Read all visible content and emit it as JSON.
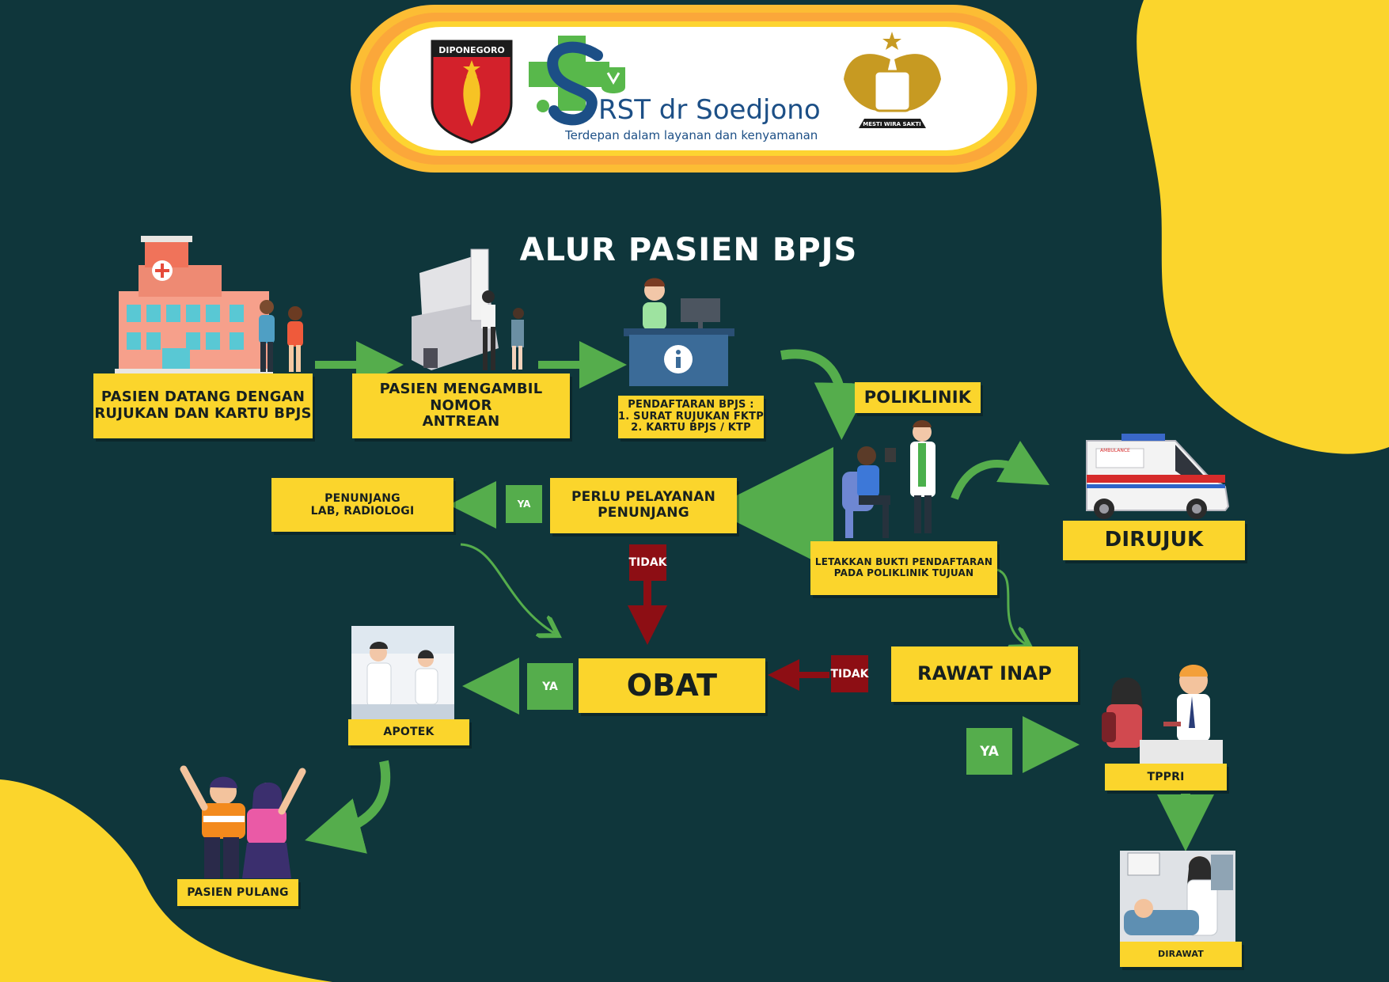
{
  "header": {
    "logo_left_text": "DIPONEGORO",
    "brand_name": "RST dr Soedjono",
    "tagline": "Terdepan dalam layanan dan kenyamanan",
    "seal_text": "MESTI WIRA SAKTI"
  },
  "title": "ALUR PASIEN BPJS",
  "nodes": {
    "arrival": "PASIEN DATANG DENGAN\nRUJUKAN DAN KARTU BPJS",
    "queue": "PASIEN MENGAMBIL NOMOR\nANTREAN",
    "registration": "PENDAFTARAN BPJS :\n1. SURAT RUJUKAN FKTP\n2. KARTU BPJS / KTP",
    "poliklinik": "POLIKLINIK",
    "referred": "DIRUJUK",
    "ambulance_text": "AMBULANCE",
    "place_proof": "LETAKKAN BUKTI PENDAFTARAN\nPADA POLIKLINIK TUJUAN",
    "need_support": "PERLU PELAYANAN\nPENUNJANG",
    "support": "PENUNJANG\nLAB, RADIOLOGI",
    "medicine": "OBAT",
    "inpatient": "RAWAT INAP",
    "pharmacy": "APOTEK",
    "go_home": "PASIEN PULANG",
    "tppri": "TPPRI",
    "treated": "DIRAWAT"
  },
  "decisions": {
    "yes_support": "YA",
    "no_support": "TIDAK",
    "yes_pharmacy": "YA",
    "no_inpatient": "TIDAK",
    "yes_inpatient": "YA"
  },
  "colors": {
    "background": "#0f363b",
    "label_yellow": "#fbd52c",
    "yes_green": "#55ad4c",
    "no_red": "#8d0e14",
    "arrow_green": "#55ad4c",
    "arrow_red": "#8d0e14"
  }
}
